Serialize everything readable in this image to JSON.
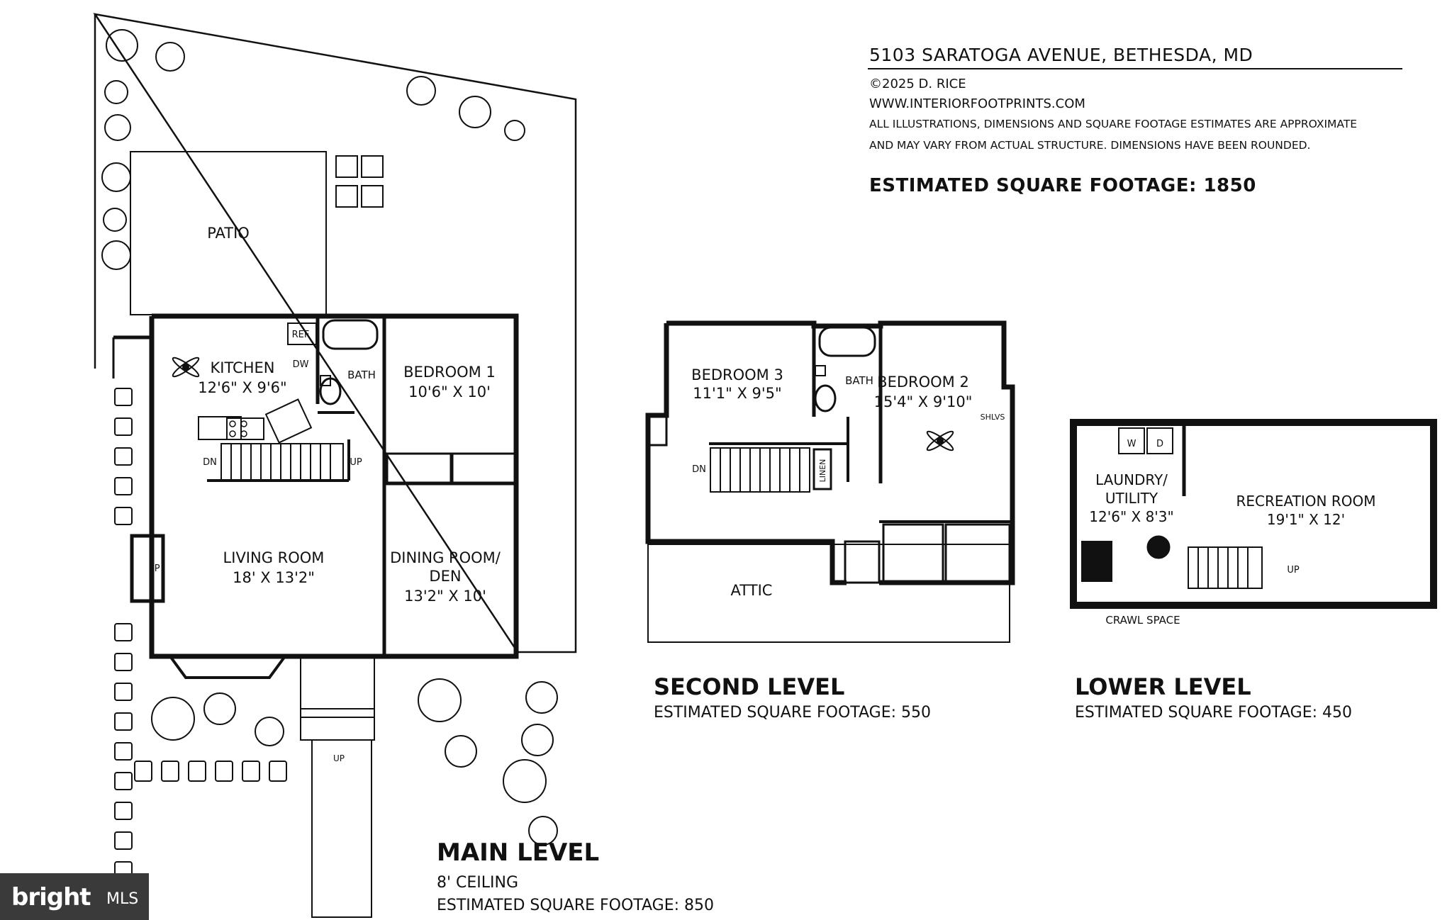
{
  "header": {
    "address": "5103 SARATOGA AVENUE, BETHESDA, MD",
    "copyright": "©2025 D. RICE",
    "website": "WWW.INTERIORFOOTPRINTS.COM",
    "disclaimer_1": "ALL ILLUSTRATIONS, DIMENSIONS AND SQUARE FOOTAGE ESTIMATES ARE APPROXIMATE",
    "disclaimer_2": "AND MAY VARY FROM ACTUAL STRUCTURE. DIMENSIONS HAVE BEEN ROUNDED.",
    "total": "ESTIMATED SQUARE FOOTAGE: 1850"
  },
  "main_level": {
    "title": "MAIN LEVEL",
    "ceiling": "8' CEILING",
    "sqft": "ESTIMATED SQUARE FOOTAGE: 850",
    "patio": "PATIO",
    "kitchen": {
      "name": "KITCHEN",
      "dims": "12'6\" X 9'6\""
    },
    "ref": "REF",
    "dw": "DW",
    "bath": "BATH",
    "bedroom1": {
      "name": "BEDROOM 1",
      "dims": "10'6\" X 10'"
    },
    "living": {
      "name": "LIVING ROOM",
      "dims": "18' X 13'2\""
    },
    "dining": {
      "name": "DINING ROOM/",
      "name2": "DEN",
      "dims": "13'2\" X 10'"
    },
    "fp": "FP",
    "dn": "DN",
    "up": "UP",
    "porch_up": "UP"
  },
  "second_level": {
    "title": "SECOND LEVEL",
    "sqft": "ESTIMATED SQUARE FOOTAGE: 550",
    "bedroom3": {
      "name": "BEDROOM 3",
      "dims": "11'1\" X 9'5\""
    },
    "bath": "BATH",
    "bedroom2": {
      "name": "BEDROOM 2",
      "dims": "15'4\" X 9'10\""
    },
    "shlvs": "SHLVS",
    "linen": "LINEN",
    "dn": "DN",
    "attic": "ATTIC"
  },
  "lower_level": {
    "title": "LOWER LEVEL",
    "sqft": "ESTIMATED SQUARE FOOTAGE: 450",
    "laundry": {
      "name": "LAUNDRY/",
      "name2": "UTILITY",
      "dims": "12'6\" X 8'3\""
    },
    "recreation": {
      "name": "RECREATION ROOM",
      "dims": "19'1\" X 12'"
    },
    "w": "W",
    "d": "D",
    "up": "UP",
    "crawl": "CRAWL SPACE"
  },
  "logo": {
    "brand": "bright",
    "suffix": "MLS"
  }
}
